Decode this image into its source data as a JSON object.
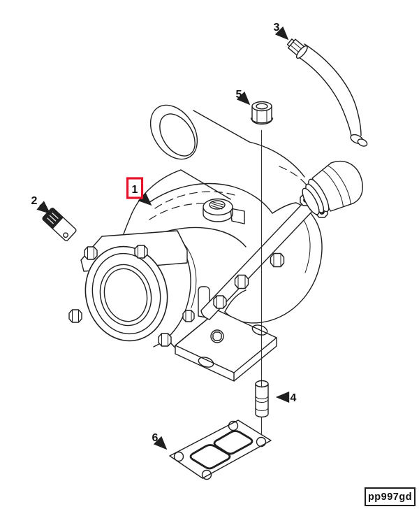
{
  "figure": {
    "code": "pp997gd"
  },
  "colors": {
    "line": "#1f1f1f",
    "highlight": "#e8112a",
    "background": "#ffffff",
    "text": "#111111"
  },
  "callouts": [
    {
      "number": "1",
      "part_name": "turbocharger-assembly",
      "highlighted": true
    },
    {
      "number": "2",
      "part_name": "dataplate-tag",
      "highlighted": false
    },
    {
      "number": "3",
      "part_name": "drain-tube",
      "highlighted": false
    },
    {
      "number": "4",
      "part_name": "stud",
      "highlighted": false
    },
    {
      "number": "5",
      "part_name": "hex-nut",
      "highlighted": false
    },
    {
      "number": "6",
      "part_name": "mounting-gasket",
      "highlighted": false
    }
  ]
}
